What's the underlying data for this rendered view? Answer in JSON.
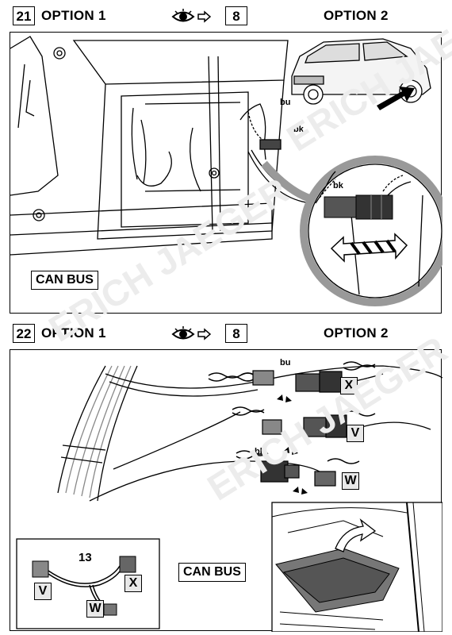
{
  "watermark": "ERICH JAEGER",
  "step21": {
    "number": "21",
    "option1": "OPTION 1",
    "ref": "8",
    "option2": "OPTION 2",
    "labels": {
      "bu": "bu",
      "bk_top": "bk",
      "bk_zoom": "bk"
    },
    "can_bus": "CAN BUS"
  },
  "step22": {
    "number": "22",
    "option1": "OPTION 1",
    "ref": "8",
    "option2": "OPTION 2",
    "labels": {
      "bu": "bu",
      "bk": "bk"
    },
    "tags": {
      "x": "X",
      "v": "V",
      "w": "W"
    },
    "inset": {
      "number": "13",
      "v": "V",
      "x": "X",
      "w": "W"
    },
    "can_bus": "CAN BUS"
  }
}
